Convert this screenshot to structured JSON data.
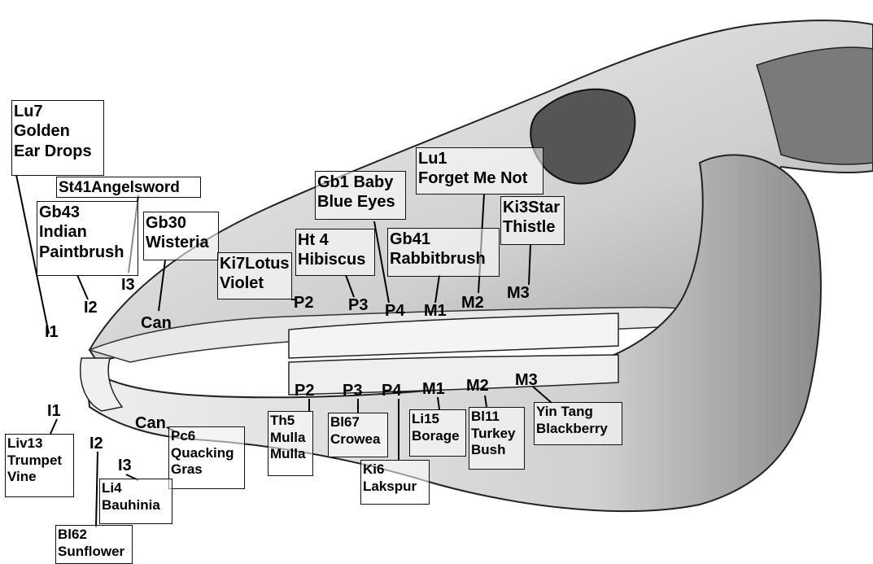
{
  "labels": {
    "lu7": "Lu7\nGolden\nEar Drops",
    "st41": "St41Angelsword",
    "gb43": "Gb43\nIndian\nPaintbrush",
    "gb30": "Gb30\nWisteria",
    "ki7": "Ki7Lotus\nViolet",
    "ht4": "Ht 4\nHibiscus",
    "gb1": "Gb1 Baby\nBlue Eyes",
    "lu1": "Lu1\nForget Me Not",
    "ki3": "Ki3Star\nThistle",
    "gb41": "Gb41\nRabbitbrush",
    "liv13": "Liv13\nTrumpet\nVine",
    "pc6": "Pc6\nQuacking\nGras",
    "li4": "Li4\nBauhinia",
    "bl62": "Bl62\nSunflower",
    "th5": "Th5\nMulla\nMulla",
    "bl67": "Bl67\nCrowea",
    "ki6": "Ki6\nLakspur",
    "li15": "Li15\nBorage",
    "bl11": "Bl11\nTurkey\nBush",
    "yintang": "Yin Tang\nBlackberry"
  },
  "teeth": {
    "upper": {
      "i1": "I1",
      "i2": "I2",
      "i3": "I3",
      "can": "Can",
      "p2": "P2",
      "p3": "P3",
      "p4": "P4",
      "m1": "M1",
      "m2": "M2",
      "m3": "M3"
    },
    "lower": {
      "i1": "I1",
      "i2": "I2",
      "i3": "I3",
      "can": "Can",
      "p2": "P2",
      "p3": "P3",
      "p4": "P4",
      "m1": "M1",
      "m2": "M2",
      "m3": "M3"
    }
  },
  "colors": {
    "ink": "#000000",
    "bone": "#d9d9d9",
    "shade": "#8a8a8a",
    "background": "#ffffff"
  }
}
